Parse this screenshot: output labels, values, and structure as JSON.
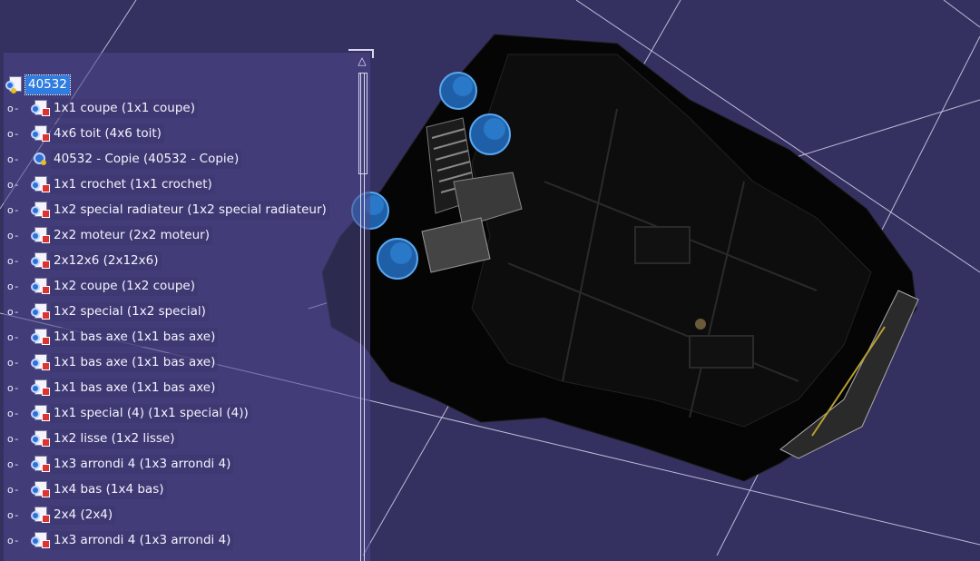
{
  "tree": {
    "root": {
      "label": "40532",
      "selected": true
    },
    "items": [
      {
        "label": "1x1 coupe (1x1 coupe)",
        "icon": "part-icon"
      },
      {
        "label": "4x6 toit (4x6 toit)",
        "icon": "part-icon"
      },
      {
        "label": "40532 - Copie (40532 - Copie)",
        "icon": "assembly-icon"
      },
      {
        "label": "1x1 crochet (1x1 crochet)",
        "icon": "part-icon"
      },
      {
        "label": "1x2 special radiateur (1x2 special radiateur)",
        "icon": "part-icon"
      },
      {
        "label": "2x2 moteur (2x2 moteur)",
        "icon": "part-icon"
      },
      {
        "label": "2x12x6 (2x12x6)",
        "icon": "part-icon"
      },
      {
        "label": "1x2 coupe (1x2 coupe)",
        "icon": "part-icon"
      },
      {
        "label": "1x2 special (1x2 special)",
        "icon": "part-icon"
      },
      {
        "label": "1x1 bas axe (1x1 bas axe)",
        "icon": "part-icon"
      },
      {
        "label": "1x1 bas axe (1x1 bas axe)",
        "icon": "part-icon"
      },
      {
        "label": "1x1 bas axe (1x1 bas axe)",
        "icon": "part-icon"
      },
      {
        "label": "1x1 special (4) (1x1 special (4))",
        "icon": "part-icon"
      },
      {
        "label": "1x2 lisse (1x2 lisse)",
        "icon": "part-icon"
      },
      {
        "label": "1x3 arrondi 4 (1x3 arrondi 4)",
        "icon": "part-icon"
      },
      {
        "label": "1x4 bas (1x4 bas)",
        "icon": "part-icon"
      },
      {
        "label": "2x4 (2x4)",
        "icon": "part-icon"
      },
      {
        "label": "1x3 arrondi 4 (1x3 arrondi 4)",
        "icon": "part-icon"
      }
    ]
  },
  "scrollbar": {
    "up_arrow": "△"
  },
  "tree_connector": "o -",
  "colors": {
    "background": "#34305f",
    "part_body": "#050505",
    "accent_blue": "#2a78c8",
    "selection": "#2f7de0"
  }
}
